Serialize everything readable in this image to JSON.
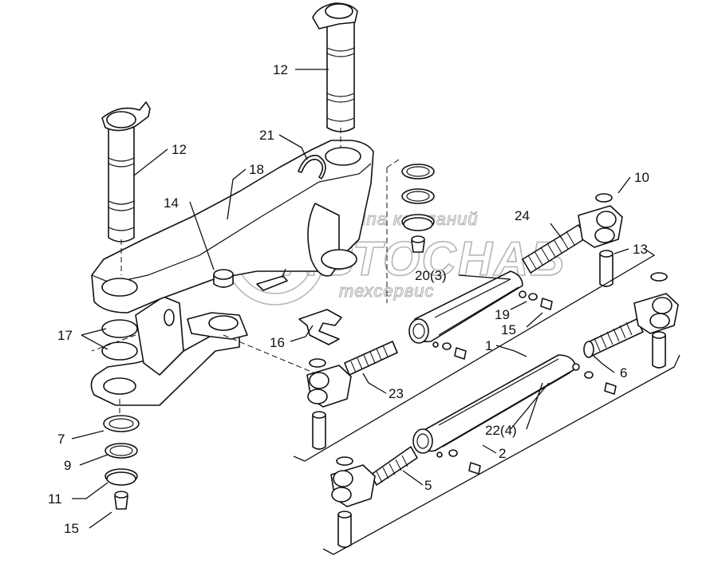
{
  "callouts": [
    "12",
    "12",
    "21",
    "18",
    "14",
    "17",
    "16",
    "7",
    "9",
    "11",
    "15",
    "10",
    "24",
    "13",
    "20(3)",
    "19",
    "15",
    "1",
    "6",
    "23",
    "22(4)",
    "2",
    "5"
  ],
  "watermark": {
    "line1": "группа компаний",
    "line2": "АВТОСНАБ",
    "line3": "техсервис"
  }
}
